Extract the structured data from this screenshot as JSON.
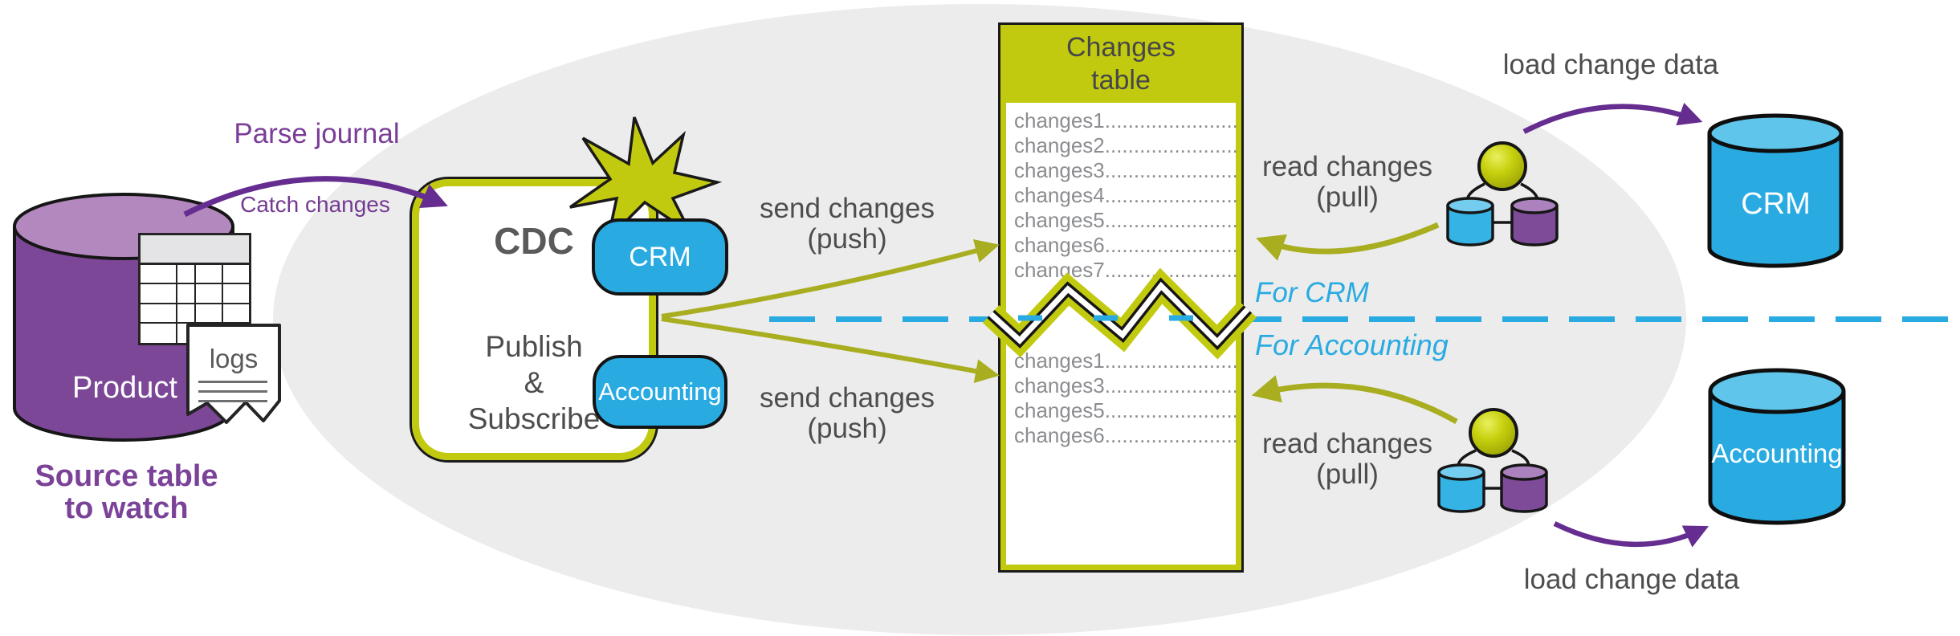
{
  "source": {
    "cylinder_label": "Product",
    "caption_line1": "Source table",
    "caption_line2": "to watch",
    "doc_label": "logs"
  },
  "capture": {
    "parse_journal": "Parse journal",
    "catch_changes": "Catch changes"
  },
  "cdc": {
    "title": "CDC",
    "body_line1": "Publish",
    "body_line2": "&",
    "body_line3": "Subscribe",
    "badge_crm": "CRM",
    "badge_accounting": "Accounting"
  },
  "push": {
    "line1": "send changes",
    "line2": "(push)"
  },
  "pull": {
    "line1": "read changes",
    "line2": "(pull)"
  },
  "changes_table": {
    "header_line1": "Changes",
    "header_line2": "table",
    "upper_rows": [
      "changes1.......................",
      "changes2.......................",
      "changes3.......................",
      "changes4.......................",
      "changes5.......................",
      "changes6.......................",
      "changes7......................."
    ],
    "lower_rows": [
      "changes1.......................",
      "changes3.......................",
      "changes5.......................",
      "changes6......................."
    ]
  },
  "lanes": {
    "for_crm": "For CRM",
    "for_accounting": "For Accounting"
  },
  "load_top": "load change data",
  "load_bottom": "load change data",
  "targets": {
    "crm": "CRM",
    "accounting": "Accounting"
  },
  "colors": {
    "olive": "#c2ca10",
    "olive_arrow": "#a8ae20",
    "blue": "#29abe2",
    "purple": "#7c4797",
    "purple_arrow": "#662d91",
    "gray_text": "#4d4d4e",
    "ellipse_bg": "#ececec"
  }
}
